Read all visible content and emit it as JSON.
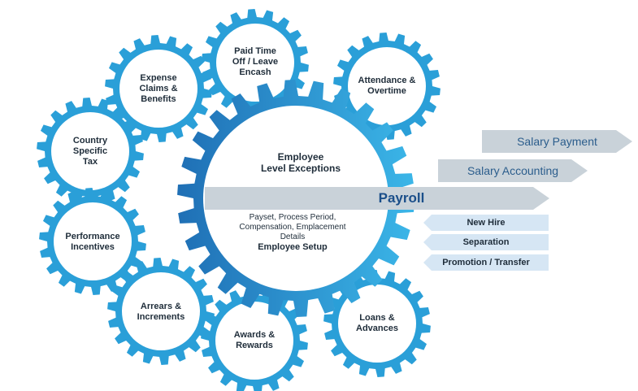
{
  "colors": {
    "gear_blue": "#2a9fd8",
    "gear_dark": "#1f6fb5",
    "gear_light": "#3bb6e8",
    "arrow_gray": "#c9d2d9",
    "arrow_light_blue": "#d6e6f4",
    "text_dark": "#1f2d3a",
    "payroll_blue": "#1b4f8a",
    "salary_text": "#2b5d8c"
  },
  "icons": [
    "gear-icon"
  ],
  "small_gears": [
    {
      "id": "expense",
      "label": "Expense\nClaims &\nBenefits"
    },
    {
      "id": "paid-time-off",
      "label": "Paid Time\nOff / Leave\nEncash"
    },
    {
      "id": "attendance",
      "label": "Attendance &\nOvertime"
    },
    {
      "id": "country-tax",
      "label": "Country\nSpecific\nTax"
    },
    {
      "id": "performance",
      "label": "Performance\nIncentives"
    },
    {
      "id": "arrears",
      "label": "Arrears &\nIncrements"
    },
    {
      "id": "awards",
      "label": "Awards &\nRewards"
    },
    {
      "id": "loans",
      "label": "Loans &\nAdvances"
    }
  ],
  "center": {
    "exceptions": "Employee\nLevel Exceptions",
    "payroll": "Payroll",
    "setup_details": "Payset, Process Period,\nCompensation, Emplacement\nDetails",
    "setup_title": "Employee Setup"
  },
  "outputs": {
    "salary_payment": "Salary Payment",
    "salary_accounting": "Salary Accounting"
  },
  "inputs": {
    "new_hire": "New Hire",
    "separation": "Separation",
    "promotion": "Promotion / Transfer"
  }
}
